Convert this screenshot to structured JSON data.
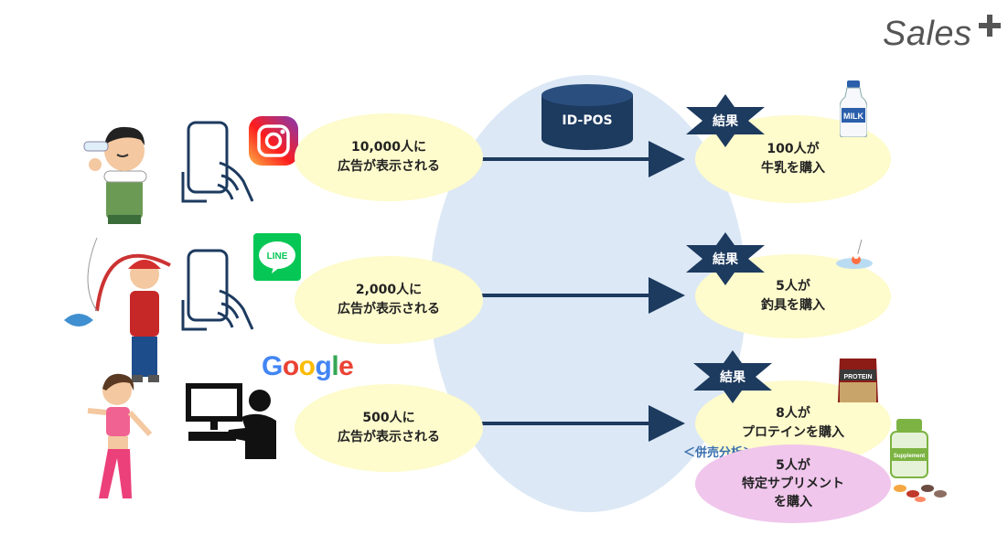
{
  "brand": {
    "logo": "Sales",
    "plus": "+"
  },
  "database": {
    "label": "ID-POS"
  },
  "channels": [
    {
      "platform_icon": "instagram-icon",
      "device_icon": "smartphone-hand-icon",
      "person_icon": "person-drinking-milk-icon",
      "impressions": {
        "line1": "10,000人に",
        "line2": "広告が表示される"
      },
      "result_badge": "結果",
      "result": {
        "line1": "100人が",
        "line2": "牛乳を購入"
      },
      "product_icon": "milk-bottle-icon"
    },
    {
      "platform_icon": "line-icon",
      "platform_label": "LINE",
      "device_icon": "smartphone-hand-icon",
      "person_icon": "person-fishing-icon",
      "impressions": {
        "line1": "2,000人に",
        "line2": "広告が表示される"
      },
      "result_badge": "結果",
      "result": {
        "line1": "5人が",
        "line2": "釣具を購入"
      },
      "product_icon": "fishing-float-icon"
    },
    {
      "platform_icon": "google-logo",
      "platform_label": "Google",
      "device_icon": "computer-user-icon",
      "person_icon": "person-running-icon",
      "impressions": {
        "line1": "500人に",
        "line2": "広告が表示される"
      },
      "result_badge": "結果",
      "result": {
        "line1": "8人が",
        "line2": "プロテインを購入"
      },
      "product_icon": "protein-bag-icon"
    }
  ],
  "cross_analysis": {
    "label": "＜併売分析＞",
    "line1": "5人が",
    "line2": "特定サプリメント",
    "line3": "を購入",
    "product_icon": "supplement-bottle-icon",
    "product_label": "Supplement"
  },
  "product_labels": {
    "milk": "MILK",
    "protein": "PROTEIN"
  },
  "colors": {
    "ellipse": "#dce8f5",
    "bubble": "#fefbcc",
    "cross": "#f0c6ec",
    "navy": "#1d3a5f",
    "arrow": "#1d3a5f"
  }
}
